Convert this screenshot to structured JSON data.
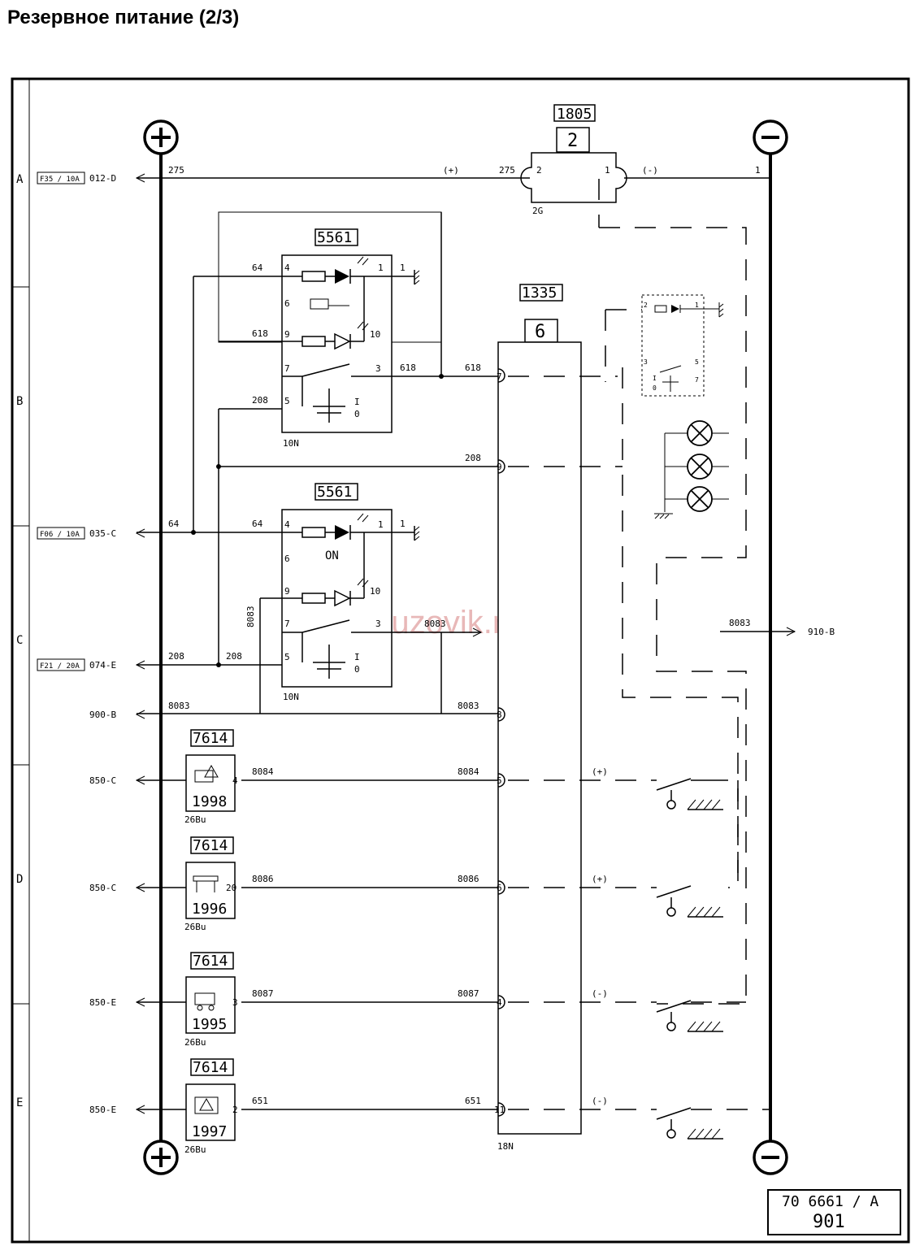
{
  "title": "Резервное питание (2/3)",
  "row_labels": [
    "A",
    "B",
    "C",
    "D",
    "E"
  ],
  "fuses": [
    {
      "label": "F35 / 10A",
      "terminal": "012-D",
      "wire": "275"
    },
    {
      "label": "F06 / 10A",
      "terminal": "035-C",
      "wire": "64"
    },
    {
      "label": "F21 / 20A",
      "terminal": "074-E",
      "wire": "208"
    }
  ],
  "side_terminals": [
    {
      "terminal": "900-B",
      "wire": "8083"
    },
    {
      "terminal": "850-C",
      "wire": "8084"
    },
    {
      "terminal": "850-C",
      "wire": "8086"
    },
    {
      "terminal": "850-E",
      "wire": "8087"
    },
    {
      "terminal": "850-E",
      "wire": "651"
    }
  ],
  "relay_1805": {
    "id": "1805",
    "num": "2",
    "pin_left": "2",
    "pin_right": "1",
    "connector": "2G",
    "wire_left": "275",
    "polarity_left": "(+)",
    "polarity_right": "(-)",
    "pin_rail": "1"
  },
  "switch_top": {
    "id": "5561",
    "connector": "10N",
    "pins": [
      "4",
      "1",
      "6",
      "9",
      "10",
      "7",
      "3",
      "5"
    ],
    "wires": {
      "p4": "64",
      "p9": "618",
      "p3": "618",
      "p5": "208"
    },
    "ground_pin": "1",
    "pos_labels": [
      "I",
      "0"
    ]
  },
  "switch_bottom": {
    "id": "5561",
    "connector": "10N",
    "pins": [
      "4",
      "1",
      "6",
      "9",
      "10",
      "7",
      "3",
      "5"
    ],
    "wires": {
      "p4": "64",
      "p5": "208",
      "p3": "8083",
      "vert": "8083"
    },
    "ground_pin": "1",
    "on_label": "ON",
    "pos_labels": [
      "I",
      "0"
    ]
  },
  "module_1335": {
    "id": "1335",
    "num": "6",
    "connector": "18N",
    "pins": [
      {
        "pin": "7",
        "wire": "618"
      },
      {
        "pin": "9",
        "wire": "208"
      },
      {
        "pin": "8",
        "wire": "8083"
      },
      {
        "pin": "5",
        "wire": "8084",
        "polarity": "(+)"
      },
      {
        "pin": "6",
        "wire": "8086",
        "polarity": "(+)"
      },
      {
        "pin": "4",
        "wire": "8087",
        "polarity": "(-)"
      },
      {
        "pin": "11",
        "wire": "651",
        "polarity": "(-)"
      }
    ]
  },
  "mini_switch": {
    "pins": [
      "2",
      "1",
      "3",
      "5",
      "7"
    ],
    "pos_labels": [
      "I",
      "0"
    ]
  },
  "sensors": [
    {
      "id": "7614",
      "code": "1998",
      "pin": "4",
      "wire": "8084",
      "connector": "26Bu"
    },
    {
      "id": "7614",
      "code": "1996",
      "pin": "20",
      "wire": "8086",
      "connector": "26Bu"
    },
    {
      "id": "7614",
      "code": "1995",
      "pin": "3",
      "wire": "8087",
      "connector": "26Bu"
    },
    {
      "id": "7614",
      "code": "1997",
      "pin": "2",
      "wire": "651",
      "connector": "26Bu"
    }
  ],
  "output": {
    "wire": "8083",
    "terminal": "910-B"
  },
  "wire_1805_rail": "1",
  "watermark": "mangruzovik.ru",
  "footer": {
    "code": "70 6661 / A",
    "page": "901"
  },
  "colors": {
    "line": "#000000",
    "watermark": "#e8b8b8",
    "background": "#ffffff"
  }
}
